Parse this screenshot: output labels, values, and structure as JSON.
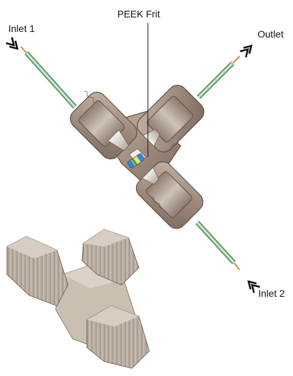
{
  "labels": {
    "frit": "PEEK Frit",
    "inlet1": "Inlet 1",
    "outlet": "Outlet",
    "inlet2": "Inlet 2"
  },
  "colors": {
    "body": "#a89688",
    "body_dark": "#7a6a5e",
    "nut": "#b9aca1",
    "tube": "#9ec9a8",
    "tube_edge": "#5f9a6e",
    "tube_tip": "#d08a4a",
    "arrow": "#111111",
    "frit_blue": "#3a7fd0",
    "frit_yellow": "#e9e25a"
  },
  "icons": [
    "double-chevron-inlet-1-icon",
    "double-chevron-outlet-icon",
    "double-chevron-inlet-2-icon"
  ]
}
